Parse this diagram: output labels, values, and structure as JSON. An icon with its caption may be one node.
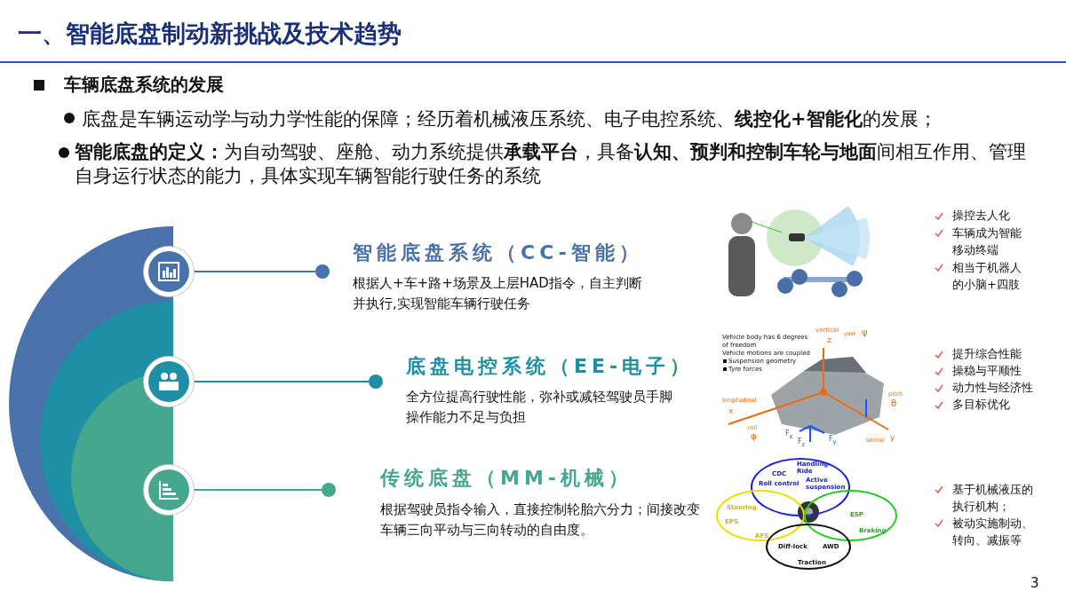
{
  "diagram": {
    "title": "一、智能底盘制动新挑战及技术趋势",
    "nodes": [
      {
        "text": [],
        "shape": "circle"
      },
      {
        "text": [],
        "shape": "circle",
        "beside": [
          "智能底盘系统（CC-智能）",
          "根据人+车+路+场景及上层HAD指令，自主判断并执行,实现智能车辆行驶任务"
        ]
      },
      {
        "text": [],
        "shape": "circle"
      },
      {
        "text": [],
        "shape": "circle",
        "beside": [
          "底盘电控系统（EE-电子）",
          "全方位提高行驶性能，弥补或减轻驾驶员手脚操作能力不足与负担"
        ]
      },
      {
        "text": [],
        "shape": "circle"
      },
      {
        "text": [],
        "shape": "circle",
        "beside": [
          "传统底盘（MM-机械）",
          "根据驾驶员指令输入，直接控制轮胎六分力；间接改变车辆三向平动与三向转动的自由度。"
        ]
      },
      {
        "text": [
          "Handling Ride",
          "CDC",
          "Roll control",
          "Active suspension"
        ]
      },
      {
        "text": [
          "Steering",
          "EPS",
          "AFS"
        ]
      },
      {
        "text": [
          "ESP",
          "Braking"
        ]
      },
      {
        "text": [
          "Diff-lock",
          "AWD",
          "Traction"
        ]
      }
    ],
    "edges": [
      {
        "from": 0,
        "to": 1,
        "arrow": "none",
        "color": "#4a72aa"
      },
      {
        "from": 2,
        "to": 3,
        "arrow": "none",
        "color": "#1f8fa5"
      },
      {
        "from": 4,
        "to": 5,
        "arrow": "none",
        "color": "#45a88e"
      }
    ],
    "labels": [
      "车辆底盘系统的发展",
      "底盘是车辆运动学与动力学性能的保障；经历着机械液压系统、电子电控系统、**线控化+智能化**的发展；",
      "**智能底盘的定义：**为自动驾驶、座舱、动力系统提供**承载平台**，具备**认知、预判和控制车轮与地面**间相互作用、管理自身运行状态的能力，具体实现车辆智能行驶任务的系统",
      "操控去人化",
      "车辆成为智能移动终端",
      "相当于机器人的小脑+四肢",
      "Vehicle body has 6 degrees of freedom",
      "Vehicle motions are coupled",
      "Suspension geometry",
      "Tyre forces",
      "vertical",
      "z",
      "yaw",
      "ψ",
      "longitudinal",
      "x",
      "roll",
      "φ",
      "pitch",
      "θ",
      "lateral",
      "y",
      "F$_{x}$",
      "F$_{z}$",
      "F$_{y}$",
      "提升综合性能",
      "操稳与平顺性",
      "动力性与经济性",
      "多目标优化",
      "基于机械液压的执行机构；",
      "被动实施制动、转向、减振等",
      "3"
    ]
  }
}
